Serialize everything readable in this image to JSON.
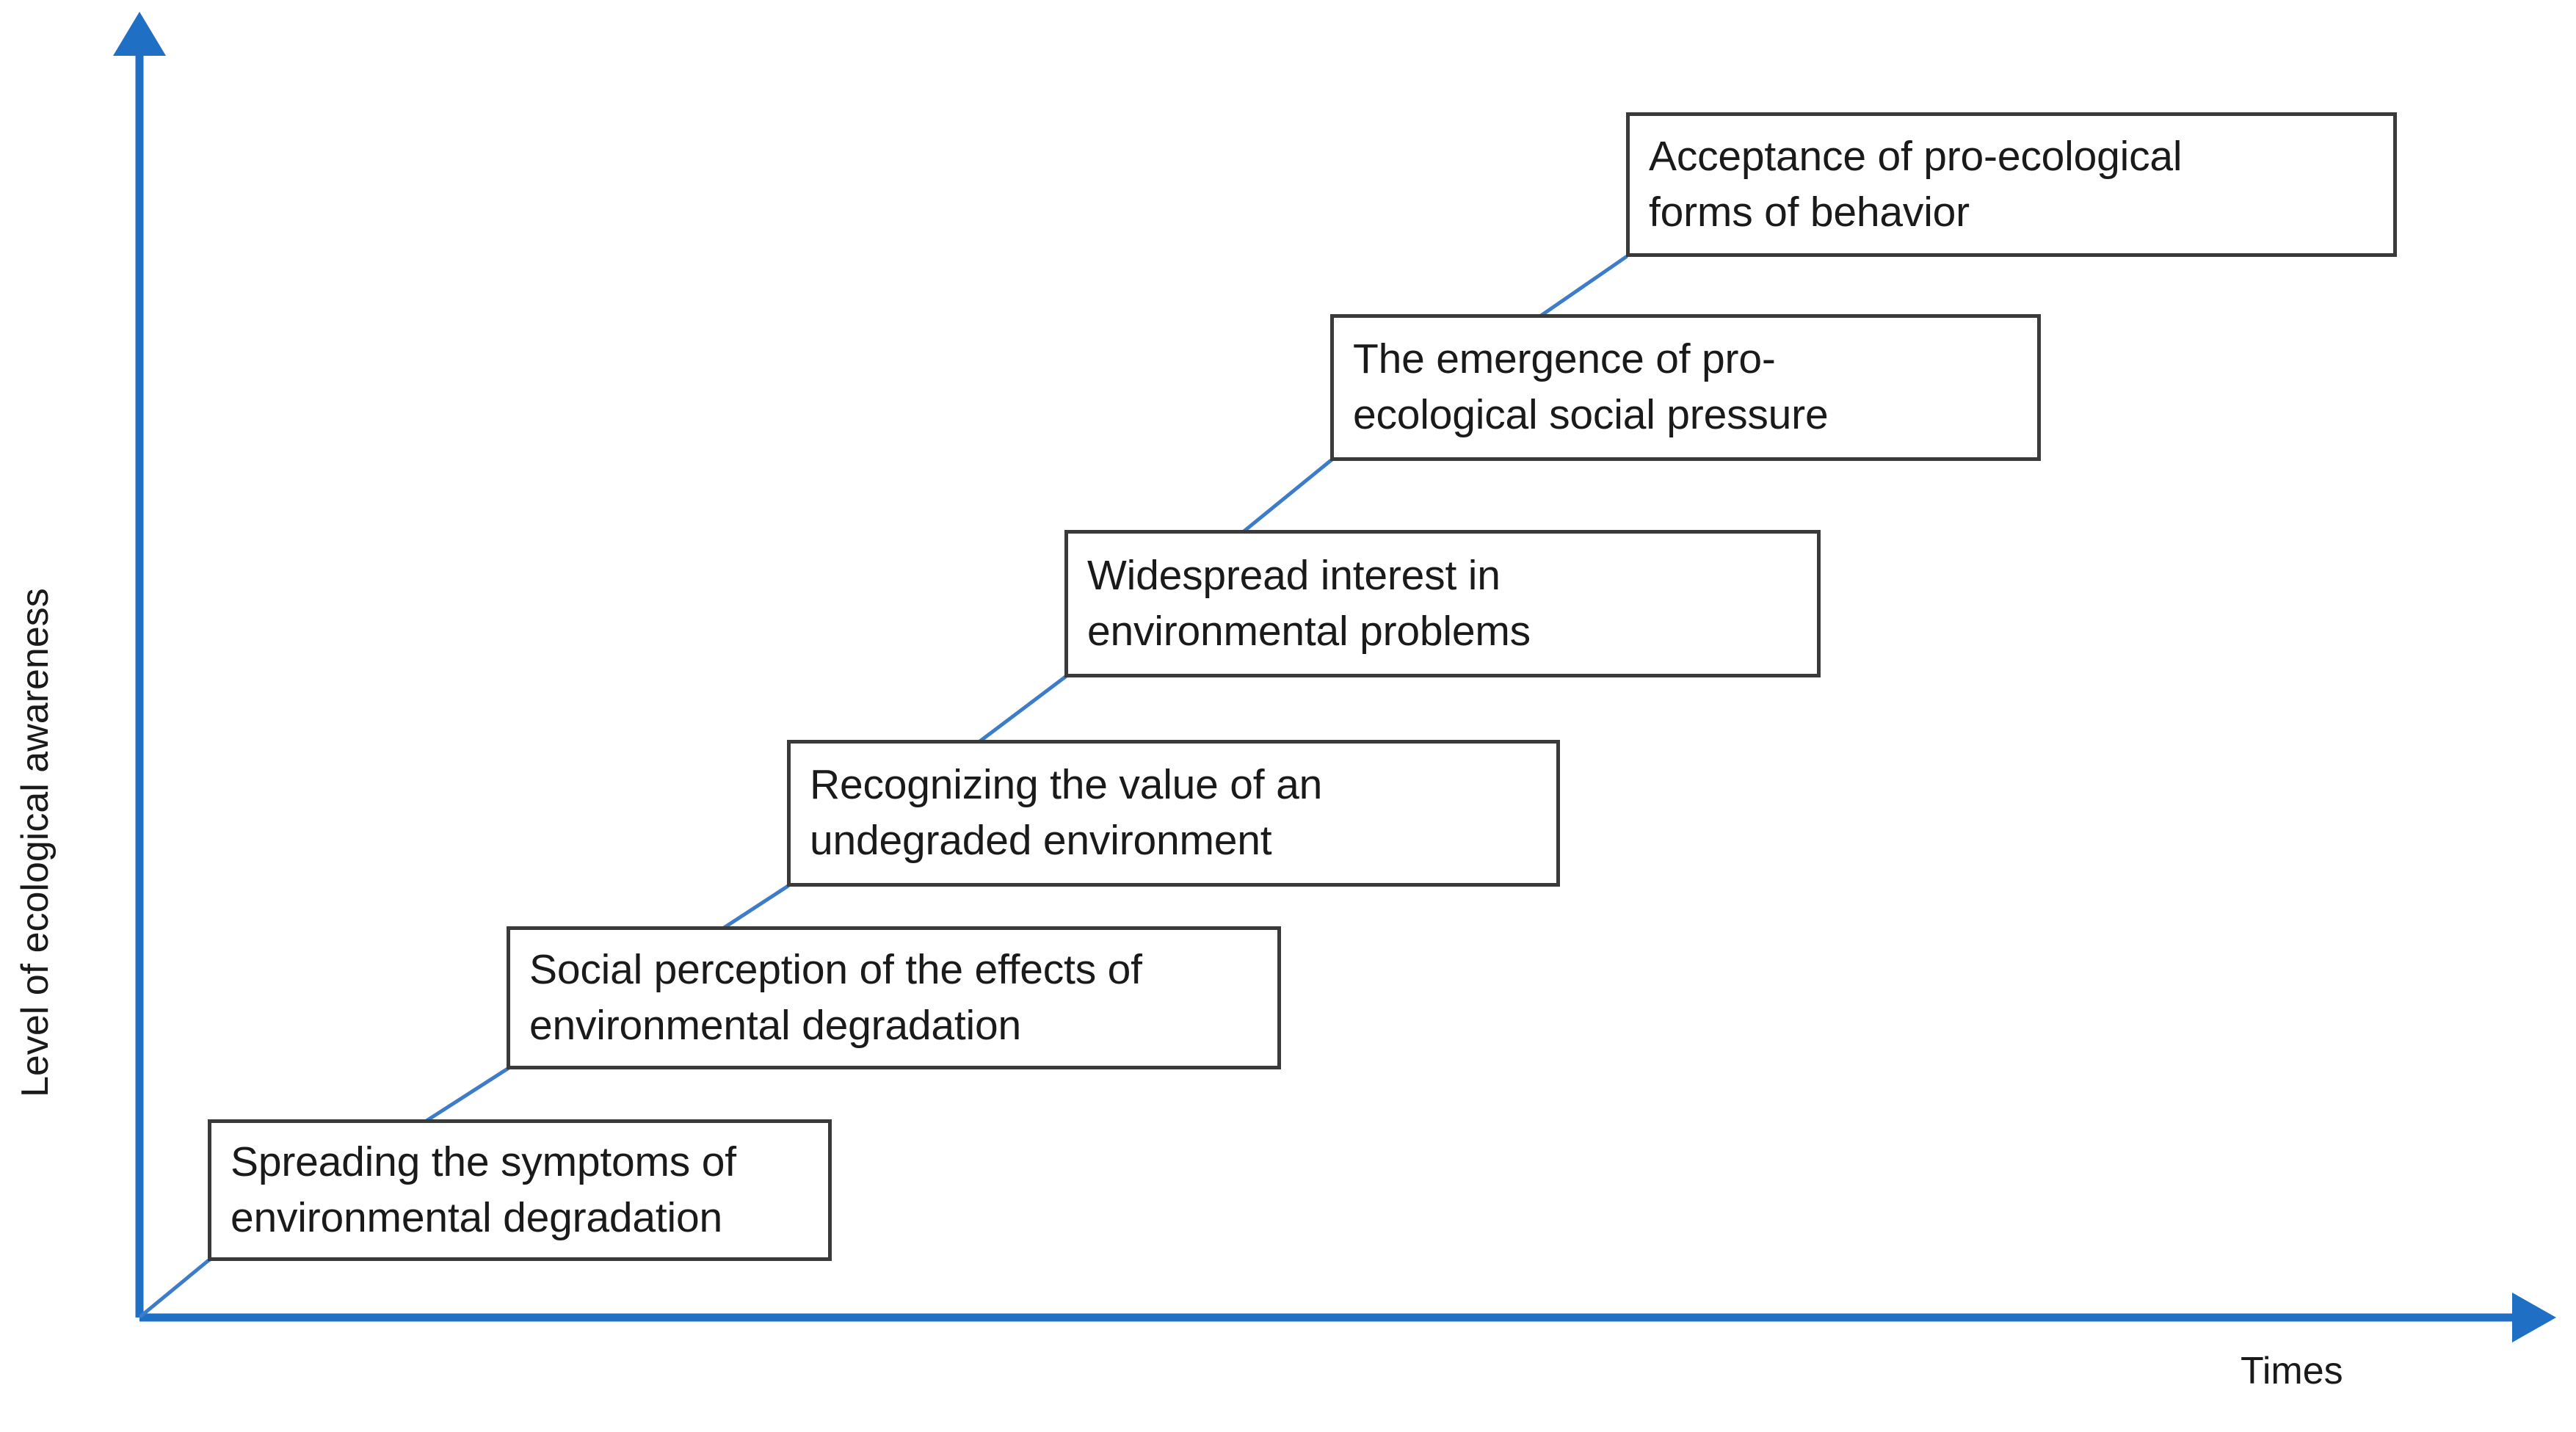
{
  "figure": {
    "kind": "staircase-progression-diagram",
    "background_color": "#ffffff",
    "axis_color": "#1F6FC4",
    "connector_color": "#3D7CC9",
    "box_border_color": "#3A3A3A",
    "text_color": "#1A1A1A"
  },
  "axes": {
    "y_label": "Level of ecological awareness",
    "x_label": "Times",
    "y_arrow": "up-arrow",
    "x_arrow": "right-arrow"
  },
  "steps": [
    {
      "index": 1,
      "lines": [
        "Spreading the symptoms of",
        "environmental degradation"
      ],
      "text": "Spreading the symptoms of environmental degradation"
    },
    {
      "index": 2,
      "lines": [
        "Social perception of the effects of",
        "environmental degradation"
      ],
      "text": "Social perception of the effects of environmental degradation"
    },
    {
      "index": 3,
      "lines": [
        "Recognizing the value of an",
        "undegraded environment"
      ],
      "text": "Recognizing the value of an undegraded environment"
    },
    {
      "index": 4,
      "lines": [
        "Widespread interest in",
        "environmental problems"
      ],
      "text": "Widespread interest in environmental problems"
    },
    {
      "index": 5,
      "lines": [
        "The emergence of pro-",
        "ecological social pressure"
      ],
      "text": "The emergence of pro-ecological social pressure"
    },
    {
      "index": 6,
      "lines": [
        "Acceptance of pro-ecological",
        "forms of behavior"
      ],
      "text": "Acceptance of pro-ecological forms of behavior"
    }
  ],
  "chart_data": {
    "type": "line",
    "title": "",
    "xlabel": "Times",
    "ylabel": "Level of ecological awareness",
    "grid": false,
    "legend": "none",
    "x": [
      1,
      2,
      3,
      4,
      5,
      6
    ],
    "categories": [
      "Spreading the symptoms of environmental degradation",
      "Social perception of the effects of environmental degradation",
      "Recognizing the value of an undegraded environment",
      "Widespread interest in environmental problems",
      "The emergence of pro-ecological social pressure",
      "Acceptance of pro-ecological forms of behavior"
    ],
    "values": [
      1,
      2,
      3,
      4,
      5,
      6
    ],
    "annotations": [
      "Spreading the symptoms of environmental degradation",
      "Social perception of the effects of environmental degradation",
      "Recognizing the value of an undegraded environment",
      "Widespread interest in environmental problems",
      "The emergence of pro-ecological social pressure",
      "Acceptance of pro-ecological forms of behavior"
    ]
  }
}
